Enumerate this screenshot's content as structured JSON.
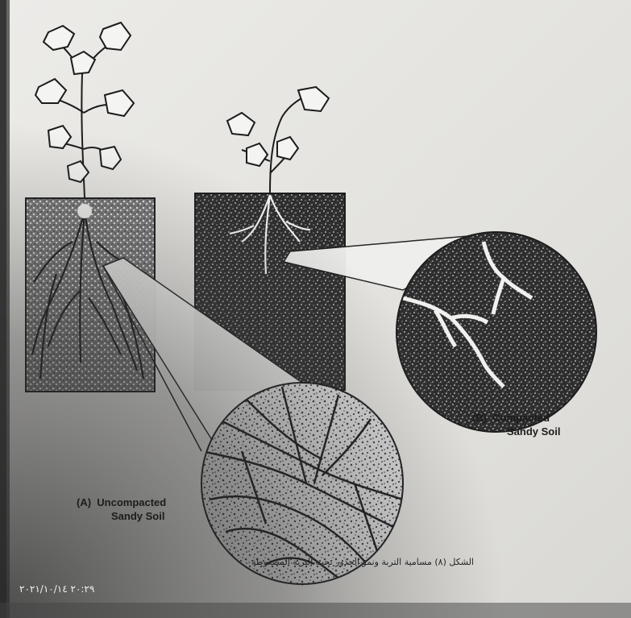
{
  "figure": {
    "label_a_line1": "(A)  Uncompacted",
    "label_a_line2": "Sandy Soil",
    "label_b_line1": "(B)  Compacted",
    "label_b_line2": "Sandy Soil",
    "caption": "الشكل (٨) مسامية التربة ونمو الجذور تحت التربة المضغوطة"
  },
  "photo_stamp": "٢٠:٢٩ ٢٠٢١/١٠/١٤",
  "colors": {
    "paper": "#e4e3df",
    "ink": "#1c1c1c",
    "soil_dark": "#2b2b2b",
    "root": "#f0f0ee",
    "shadow": "#3a3a3a"
  }
}
